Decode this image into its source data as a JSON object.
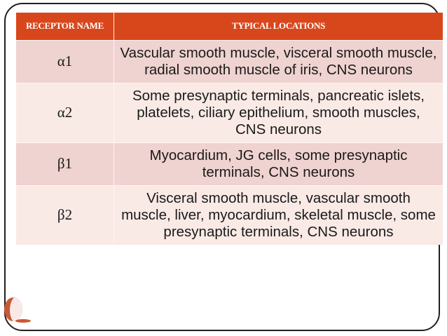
{
  "slide": {
    "accent_color": "#d8471c",
    "row_color_dark": "#efd3d0",
    "row_color_light": "#f9eae6",
    "frame_color": "#231f20",
    "crescent_color": "#c85a33"
  },
  "table": {
    "headers": {
      "receptor": "RECEPTOR NAME",
      "locations": "TYPICAL LOCATIONS"
    },
    "rows": [
      {
        "receptor": "α1",
        "locations": "Vascular smooth muscle, visceral smooth muscle, radial smooth muscle of iris, CNS neurons",
        "shade": "dark"
      },
      {
        "receptor": "α2",
        "locations": "Some presynaptic terminals, pancreatic islets, platelets, ciliary epithelium, smooth muscles, CNS neurons",
        "shade": "light"
      },
      {
        "receptor": "β1",
        "locations": "Myocardium, JG cells, some presynaptic terminals, CNS neurons",
        "shade": "dark"
      },
      {
        "receptor": "β2",
        "locations": "Visceral smooth muscle, vascular smooth muscle, liver, myocardium, skeletal muscle, some presynaptic terminals, CNS neurons",
        "shade": "light"
      }
    ]
  }
}
